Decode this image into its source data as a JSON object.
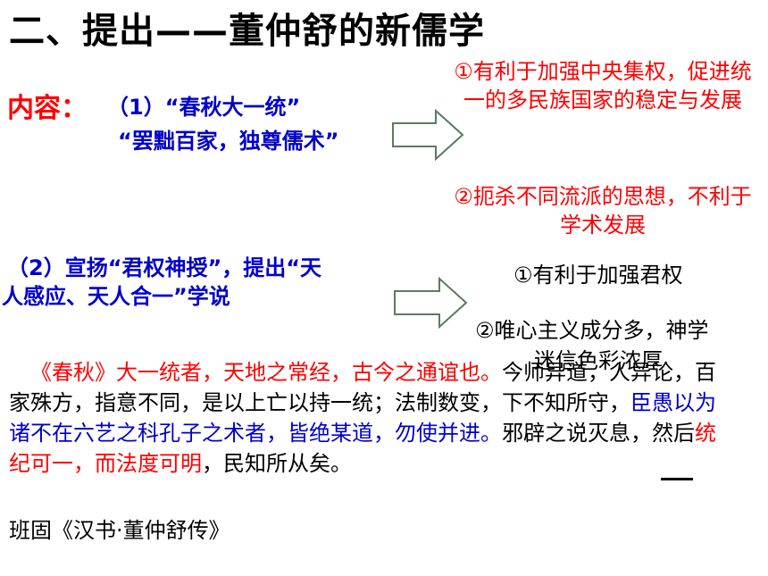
{
  "title": "二、提出——董仲舒的新儒学",
  "content_label": "内容：",
  "point1": {
    "line1": "（1）“春秋大一统”",
    "line2": "“罢黜百家，独尊儒术”"
  },
  "result1": {
    "positive": "①有利于加强中央集权，促进统一的多民族国家的稳定与发展",
    "negative": "②扼杀不同流派的思想，不利于学术发展"
  },
  "point2": {
    "line1": "（2）宣扬“君权神授”，提出“天",
    "line2": "人感应、天人合一”学说"
  },
  "result2": {
    "positive": "①有利于加强君权",
    "negative_line1": "②唯心主义成分多，神学",
    "negative_line2": "迷信色彩浓厚"
  },
  "quote": {
    "red_1": "《春秋》大一统者，天地之常经，古今之通谊也。",
    "black_1": "今师异道，人异论，百家殊方，指意不同，是以上亡以持一统；法制数变，下不知所守，",
    "blue_1": "臣愚以为诸不在六艺之科孔子之术者，皆绝某道，勿使并进。",
    "black_2": "邪辟之说灭息，然后",
    "red_2": "统纪可一，而法度可明",
    "black_3": "，民知所从矣。"
  },
  "source": "班固《汉书·董仲舒传》"
}
